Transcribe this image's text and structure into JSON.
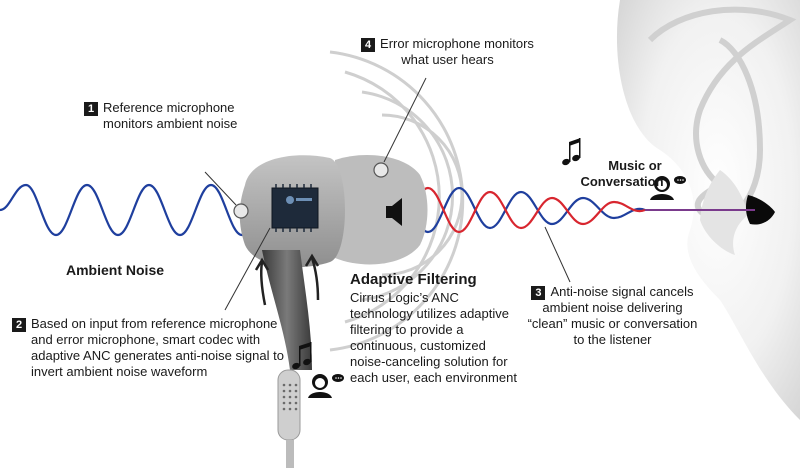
{
  "callouts": {
    "ref_mic": {
      "number": "1",
      "line1": "Reference microphone",
      "line2": "monitors ambient noise"
    },
    "smart_codec": {
      "number": "2",
      "line1": "Based on input from reference microphone",
      "line2": "and error microphone, smart codec with",
      "line3": "adaptive ANC generates anti-noise signal to",
      "line4": "invert ambient noise waveform"
    },
    "anti_noise": {
      "number": "3",
      "line1": "Anti-noise signal cancels",
      "line2": "ambient noise delivering",
      "line3": "“clean” music or conversation",
      "line4": "to the listener"
    },
    "error_mic": {
      "number": "4",
      "line1": "Error microphone monitors",
      "line2": "what user hears"
    }
  },
  "labels": {
    "ambient_noise": "Ambient Noise",
    "music_line1": "Music or",
    "music_line2": "Conversation",
    "adaptive_title": "Adaptive Filtering",
    "adaptive_l1": "Cirrus Logic’s ANC",
    "adaptive_l2": "technology utilizes adaptive",
    "adaptive_l3": "filtering to provide a",
    "adaptive_l4": "continuous, customized",
    "adaptive_l5": "noise-canceling solution for",
    "adaptive_l6": "each user, each environment"
  },
  "colors": {
    "noise_wave": "#1f3f9e",
    "anti_noise_wave": "#d8262f",
    "clean_signal": "#7a3a8c",
    "earbud": "#a9a9a9",
    "chip": "#1e2a3a",
    "text": "#1a1a1a"
  },
  "icons": [
    "music-note-icon",
    "speaking-person-icon",
    "ear-icon",
    "microphone-icon",
    "speaker-icon",
    "chip-icon"
  ]
}
